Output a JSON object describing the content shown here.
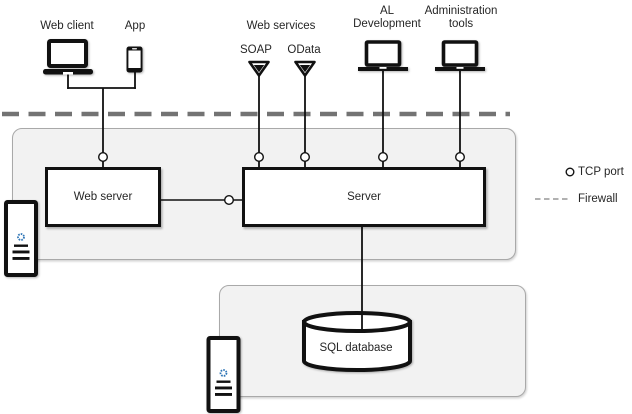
{
  "nodes": {
    "web_client": {
      "label": "Web client"
    },
    "app": {
      "label": "App"
    },
    "web_services": {
      "label": "Web services"
    },
    "soap": {
      "label": "SOAP"
    },
    "odata": {
      "label": "OData"
    },
    "al_development": {
      "line1": "AL",
      "line2": "Development"
    },
    "administration_tools": {
      "line1": "Administration",
      "line2": "tools"
    },
    "web_server": {
      "label": "Web server"
    },
    "server": {
      "label": "Server"
    },
    "sql_database": {
      "label": "SQL database"
    }
  },
  "legend": {
    "tcp_port_label": "TCP port",
    "firewall_label": "Firewall"
  },
  "colors": {
    "line": "#111111",
    "firewall_dash": "#737373",
    "legend_dash": "#a6a6a6",
    "container_fill": "#f2f2f2",
    "container_border": "#a9a9a9",
    "accent_blue": "#2e75b6",
    "text": "#262626"
  }
}
